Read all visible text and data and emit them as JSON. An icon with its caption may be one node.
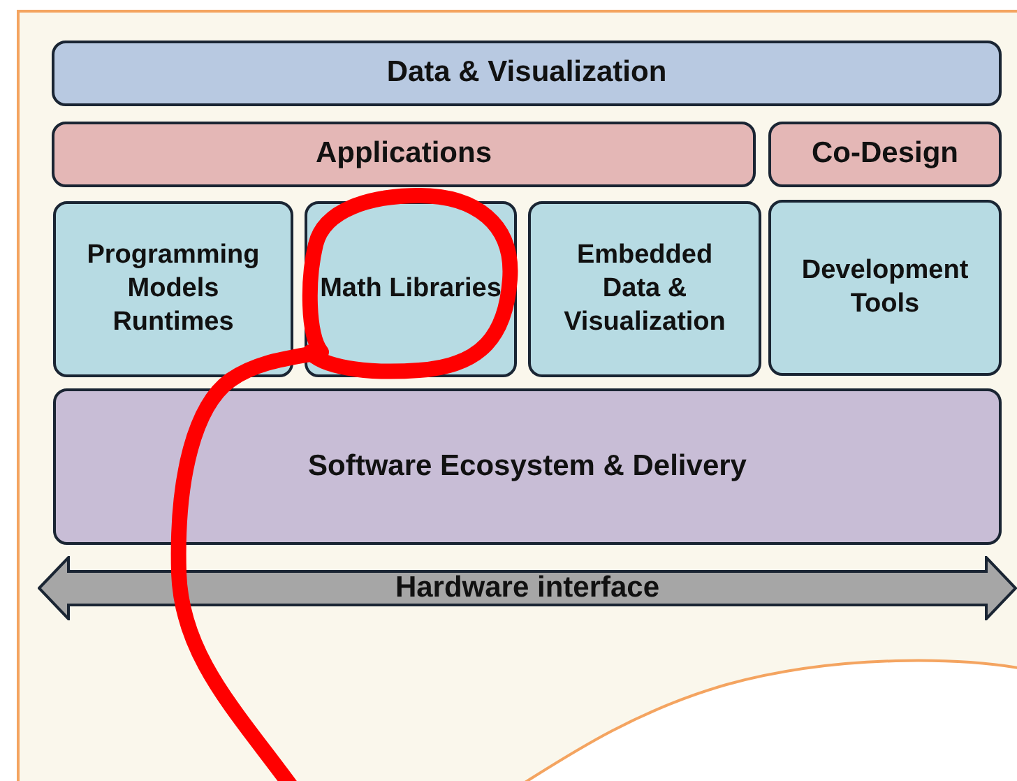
{
  "diagram": {
    "nodes": [
      {
        "text": [
          "Data & Visualization"
        ]
      },
      {
        "text": [
          "Applications"
        ]
      },
      {
        "text": [
          "Co-Design"
        ]
      },
      {
        "text": [
          "Programming Models Runtimes"
        ]
      },
      {
        "text": [
          "Math Libraries"
        ]
      },
      {
        "text": [
          "Embedded Data & Visualization"
        ]
      },
      {
        "text": [
          "Development Tools"
        ]
      },
      {
        "text": [
          "Software Ecosystem & Delivery"
        ]
      },
      {
        "text": [
          "Hardware interface"
        ]
      }
    ]
  }
}
